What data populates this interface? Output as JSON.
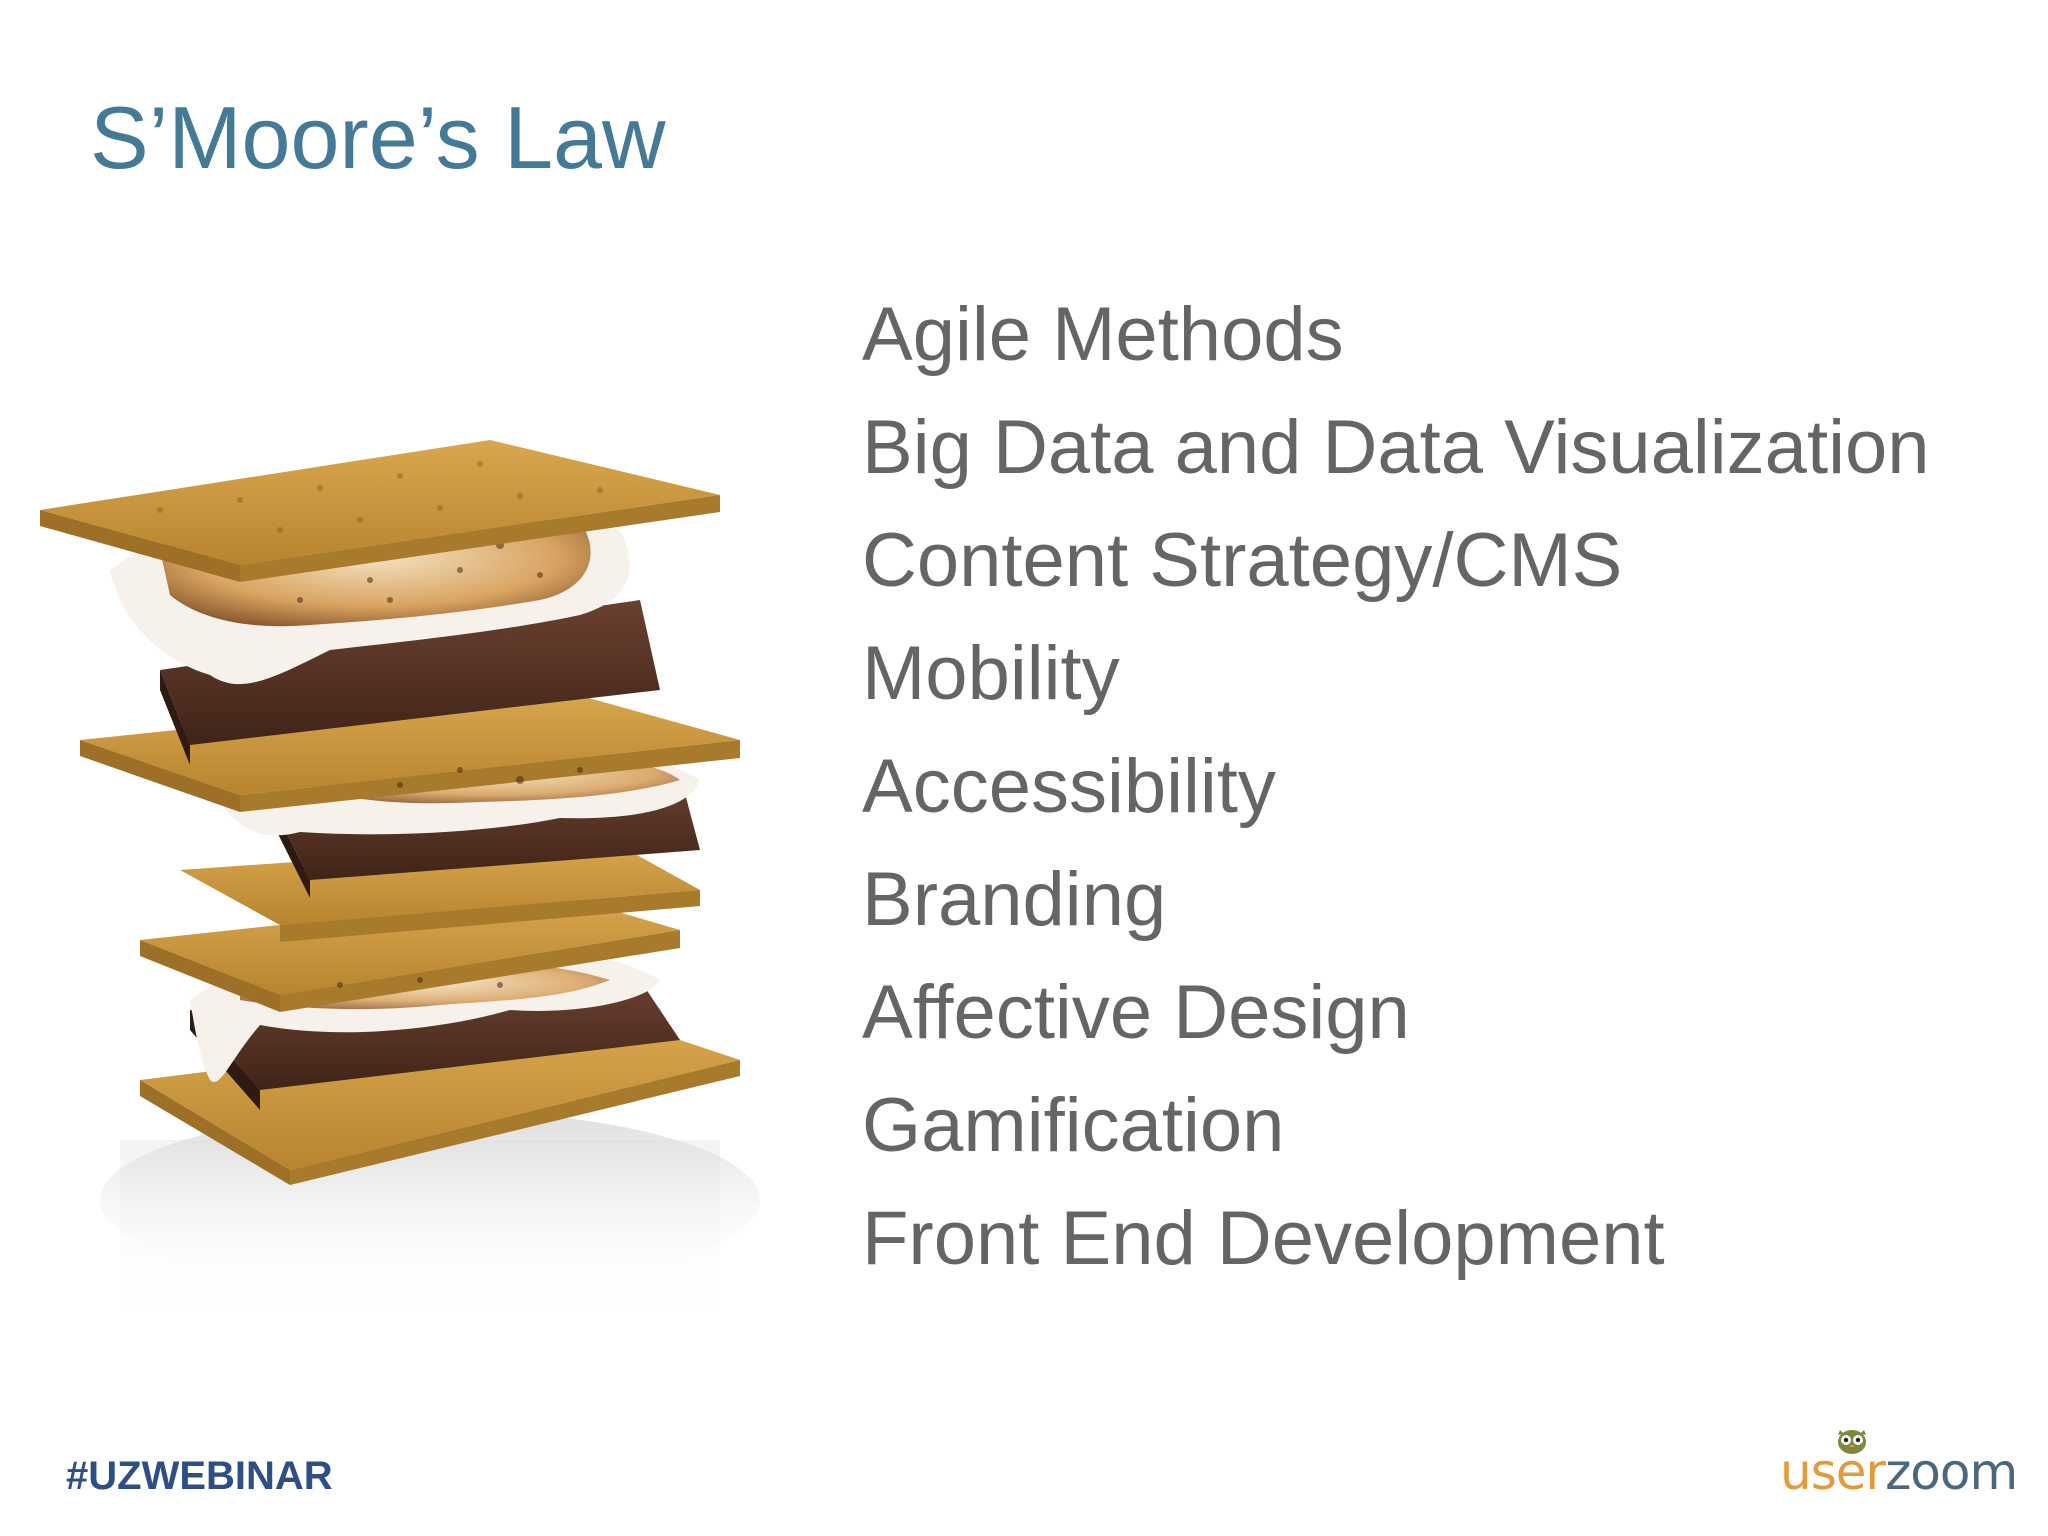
{
  "slide": {
    "title": "S’Moore’s Law",
    "items": [
      "Agile Methods",
      "Big Data and Data Visualization",
      "Content Strategy/CMS",
      "Mobility",
      "Accessibility",
      "Branding",
      "Affective Design",
      "Gamification",
      "Front End Development"
    ]
  },
  "footer": {
    "hashtag": "#UZWEBINAR",
    "logo": {
      "part_user": "user",
      "part_zoom": "zoom",
      "icon": "owl-icon",
      "color_user": "#e29a3a",
      "color_zoom": "#4a6780"
    }
  },
  "colors": {
    "title": "#457a96",
    "body_text": "#656565",
    "hashtag": "#2d4f86"
  }
}
